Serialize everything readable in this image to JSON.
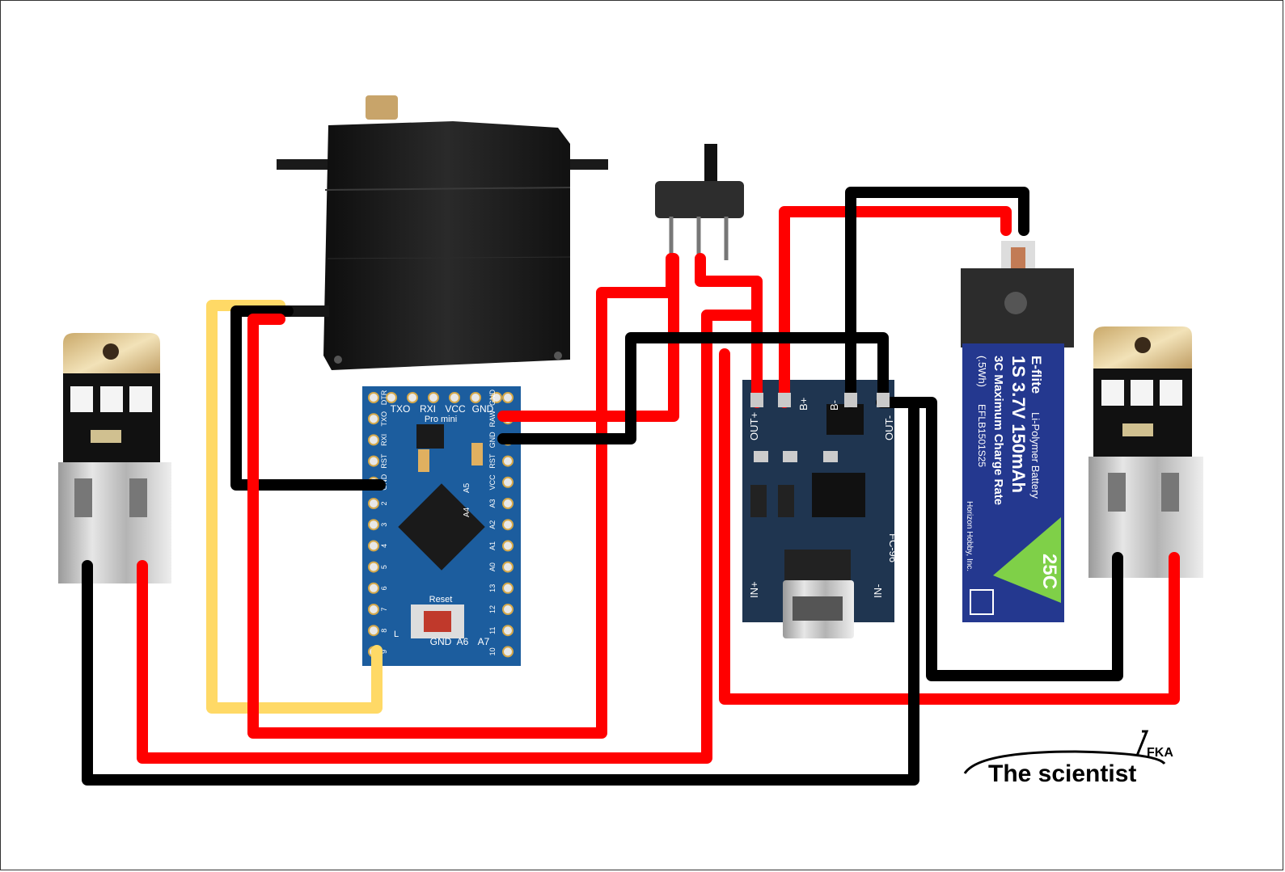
{
  "diagram": {
    "colors": {
      "red_wire": "#ff0000",
      "black_wire": "#000000",
      "yellow_wire": "#ffd966",
      "pcb_blue": "#1c5d9e",
      "charger_pcb": "#1f3550",
      "servo_body": "#141414",
      "battery_blue": "#24388f",
      "battery_green": "#7fd048"
    },
    "components": {
      "servo": {
        "icon": "servo-motor"
      },
      "switch": {
        "icon": "slide-switch"
      },
      "usb_left": {
        "icon": "usb-led-light"
      },
      "usb_right": {
        "icon": "usb-led-light"
      },
      "pro_mini": {
        "icon": "arduino-pro-mini",
        "top_labels": [
          "TXO",
          "RXI",
          "VCC",
          "GND"
        ],
        "title": "Pro mini",
        "left_labels": [
          "DTR",
          "TXO",
          "RXI",
          "RST",
          "GND",
          "2",
          "3",
          "4",
          "5",
          "6",
          "7",
          "8",
          "9"
        ],
        "right_labels": [
          "GND",
          "RAW",
          "GND",
          "RST",
          "VCC",
          "A3",
          "A2",
          "A1",
          "A0",
          "13",
          "12",
          "11",
          "10"
        ],
        "inner_labels": [
          "A5",
          "A4"
        ],
        "bottom_labels": [
          "GND",
          "A6",
          "A7"
        ],
        "reset_label": "Reset",
        "led_label": "L"
      },
      "charger": {
        "icon": "tp4056-charger",
        "labels": [
          "OUT+",
          "B+",
          "B-",
          "OUT-",
          "IN+",
          "IN-",
          "FC-96"
        ]
      },
      "battery": {
        "icon": "lipo-battery",
        "brand": "E-flite",
        "line_type": "Li-Polymer Battery",
        "line_main": "1S 3.7V 150mAh",
        "line_rate": "3C Maximum Charge Rate",
        "line_wh": "(.5Wh)",
        "line_model": "EFLB1501S25",
        "line_maker": "Horizon Hobby, Inc.",
        "badge": "25C"
      }
    },
    "logo": {
      "icon": "flask-logo",
      "mark": "FKA",
      "text": "The scientist"
    }
  }
}
